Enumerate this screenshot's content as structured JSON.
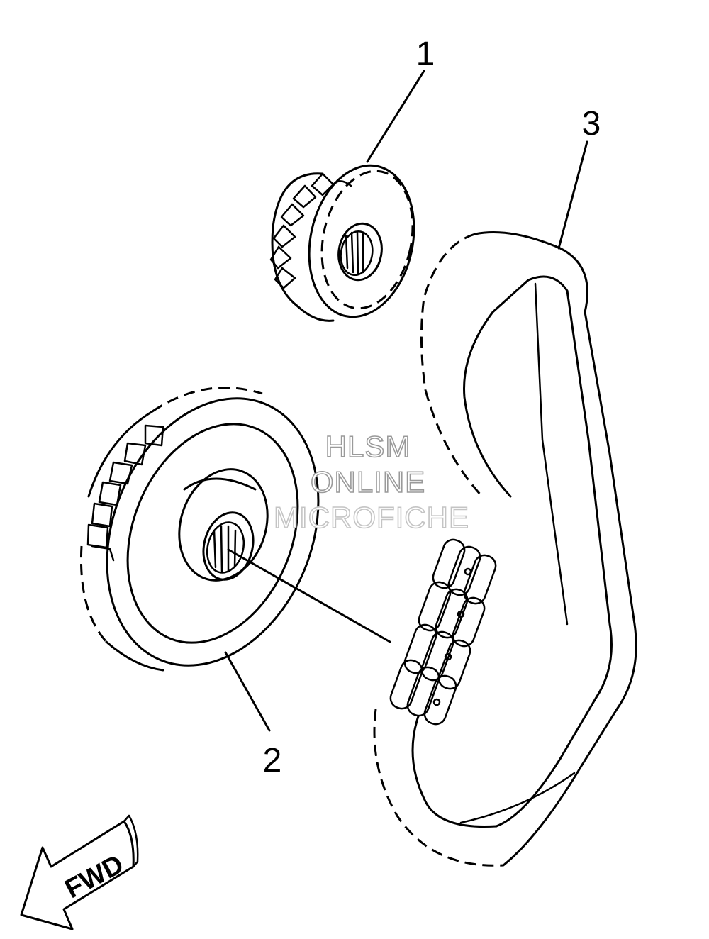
{
  "diagram": {
    "callouts": [
      {
        "id": "1"
      },
      {
        "id": "2"
      },
      {
        "id": "3"
      }
    ],
    "direction_label": "FWD",
    "watermark": {
      "line1": "HLSM",
      "line2": "ONLINE",
      "line3": "MICROFICHE"
    }
  }
}
